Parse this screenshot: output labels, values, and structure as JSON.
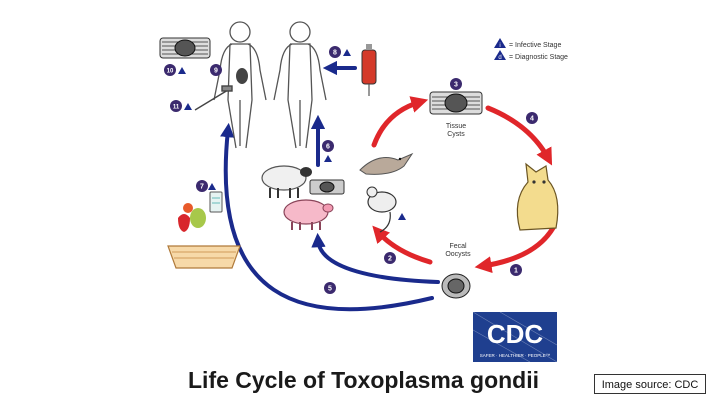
{
  "diagram": {
    "title": "Life Cycle of Toxoplasma gondii",
    "source_note": "Image source: CDC",
    "legend": {
      "infective": "= Infective Stage",
      "diagnostic": "= Diagnostic Stage",
      "infective_glyph": "i",
      "diagnostic_glyph": "d"
    },
    "labels": {
      "tissue_cysts_line1": "Tissue",
      "tissue_cysts_line2": "Cysts",
      "fecal_oocysts_line1": "Fecal",
      "fecal_oocysts_line2": "Oocysts"
    },
    "steps": {
      "s1": "1",
      "s2": "2",
      "s3": "3",
      "s4": "4",
      "s5": "5",
      "s6": "6",
      "s7": "7",
      "s8": "8",
      "s9": "9",
      "s10": "10",
      "s11": "11"
    },
    "logo": {
      "text": "CDC",
      "tagline": "SAFER · HEALTHIER · PEOPLE™"
    },
    "colors": {
      "red_arrow": "#e0262a",
      "blue_arrow": "#1a2a8c",
      "step_circle": "#3b2a6e",
      "cdc_blue": "#1f3f8f"
    }
  }
}
